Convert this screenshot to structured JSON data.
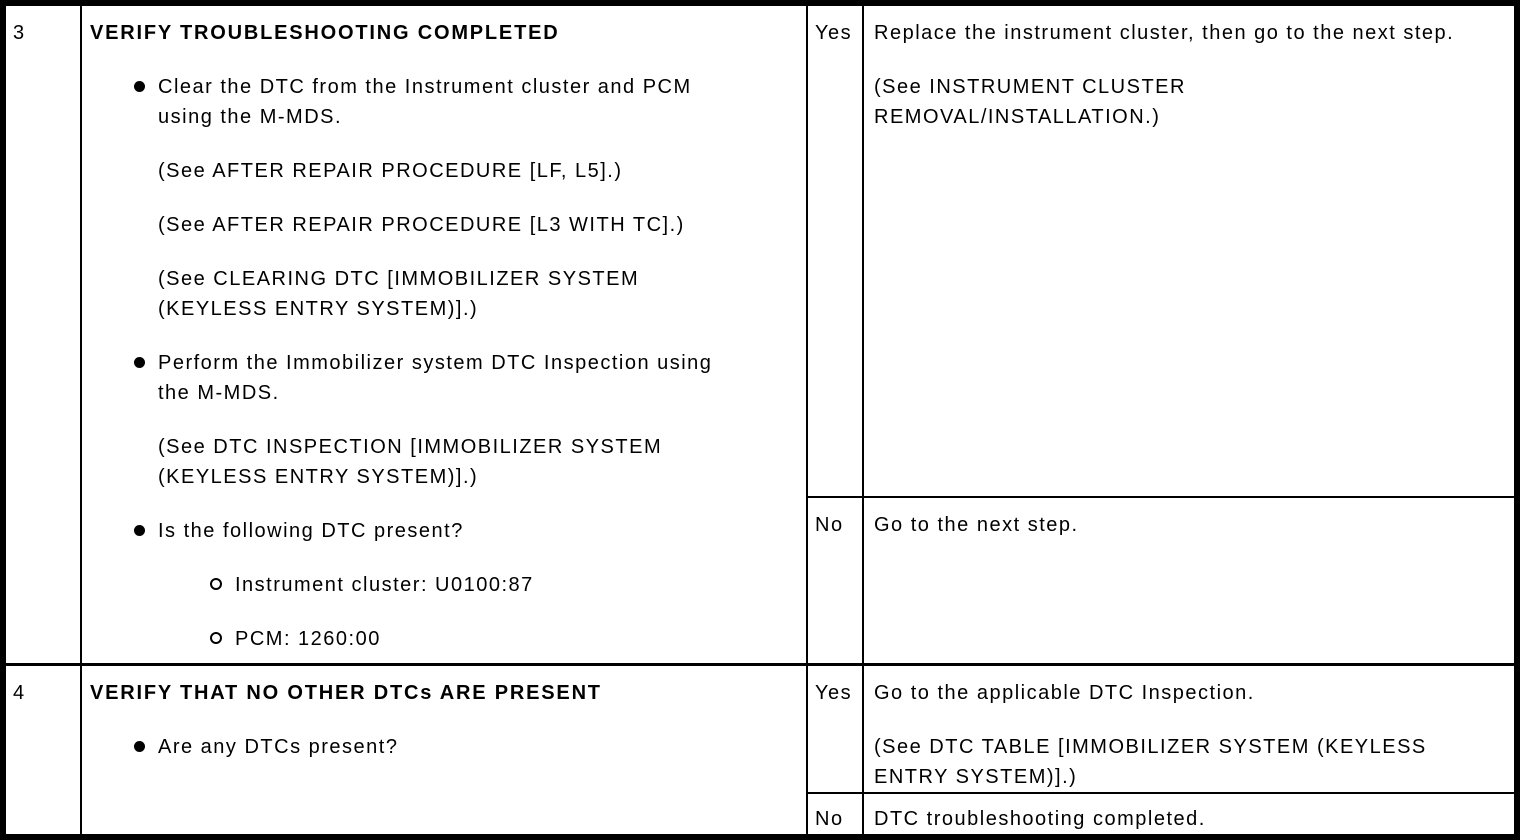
{
  "table": {
    "rows": [
      {
        "step": "3",
        "action": {
          "title": "VERIFY TROUBLESHOOTING COMPLETED",
          "items": [
            {
              "type": "bullet",
              "text": "Clear the DTC from the Instrument cluster and PCM\nusing the M-MDS."
            },
            {
              "type": "reference",
              "text": "(See AFTER REPAIR PROCEDURE [LF, L5].)"
            },
            {
              "type": "reference",
              "text": "(See AFTER REPAIR PROCEDURE [L3 WITH TC].)"
            },
            {
              "type": "reference",
              "text": "(See CLEARING DTC [IMMOBILIZER SYSTEM\n(KEYLESS ENTRY SYSTEM)].)"
            },
            {
              "type": "bullet",
              "text": "Perform the Immobilizer system DTC Inspection using\nthe M-MDS."
            },
            {
              "type": "reference",
              "text": "(See DTC INSPECTION [IMMOBILIZER SYSTEM\n(KEYLESS ENTRY SYSTEM)].)"
            },
            {
              "type": "bullet",
              "text": "Is the following DTC present?"
            },
            {
              "type": "sub-bullet",
              "text": "Instrument cluster: U0100:87"
            },
            {
              "type": "sub-bullet",
              "text": "PCM: 1260:00"
            }
          ]
        },
        "branches": [
          {
            "label": "Yes",
            "paragraphs": [
              "Replace the instrument cluster, then go to the next step.",
              "(See INSTRUMENT CLUSTER\nREMOVAL/INSTALLATION.)"
            ]
          },
          {
            "label": "No",
            "paragraphs": [
              "Go to the next step."
            ]
          }
        ]
      },
      {
        "step": "4",
        "action": {
          "title": "VERIFY THAT NO OTHER DTCs ARE PRESENT",
          "items": [
            {
              "type": "bullet",
              "text": "Are any DTCs present?"
            }
          ]
        },
        "branches": [
          {
            "label": "Yes",
            "paragraphs": [
              "Go to the applicable DTC Inspection.",
              "(See DTC TABLE [IMMOBILIZER SYSTEM (KEYLESS\nENTRY SYSTEM)].)"
            ]
          },
          {
            "label": "No",
            "paragraphs": [
              "DTC troubleshooting completed."
            ]
          }
        ]
      }
    ]
  }
}
